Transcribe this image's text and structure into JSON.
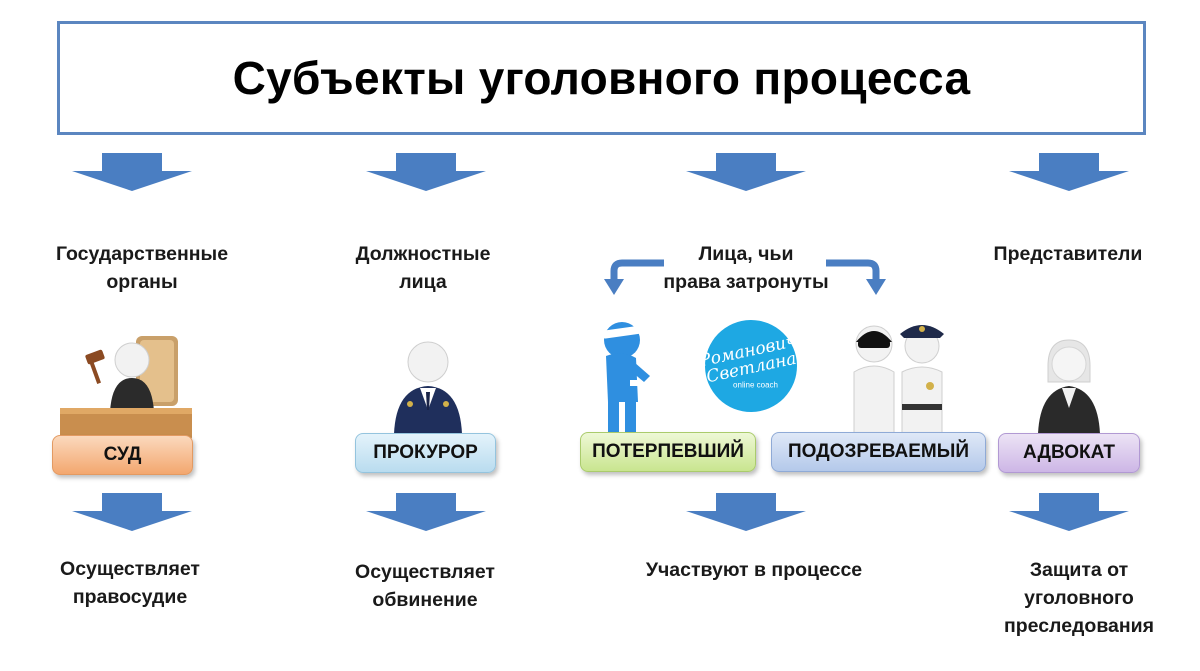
{
  "title": "Субъекты уголовного процесса",
  "colors": {
    "arrow": "#4a7ec2",
    "title_border": "#5b86c0",
    "court_pill": "#f3a76f",
    "prosecutor_pill": "#b9dcef",
    "victim_pill": "#c9e58f",
    "suspect_pill": "#b4c9ea",
    "lawyer_pill": "#cdb6e6",
    "logo": "#1ea8e3"
  },
  "columns": [
    {
      "category": [
        "Государственные",
        "органы"
      ],
      "role": "СУД",
      "function": [
        "Осуществляет",
        "правосудие"
      ],
      "icon": "judge-icon"
    },
    {
      "category": [
        "Должностные",
        "лица"
      ],
      "role": "ПРОКУРОР",
      "function": [
        "Осуществляет",
        "обвинение"
      ],
      "icon": "prosecutor-icon"
    },
    {
      "category": [
        "Лица, чьи",
        "права затронуты"
      ],
      "roles": [
        "ПОТЕРПЕВШИЙ",
        "ПОДОЗРЕВАЕМЫЙ"
      ],
      "function": [
        "Участвуют в процессе"
      ],
      "icons": [
        "victim-icon",
        "suspect-icon",
        "police-icon"
      ]
    },
    {
      "category": [
        "Представители"
      ],
      "role": "АДВОКАТ",
      "function": [
        "Защита от",
        "уголовного",
        "преследования"
      ],
      "icon": "lawyer-icon"
    }
  ],
  "logo": {
    "line1": "Романович",
    "line2": "Светлана",
    "sub": "online coach"
  }
}
